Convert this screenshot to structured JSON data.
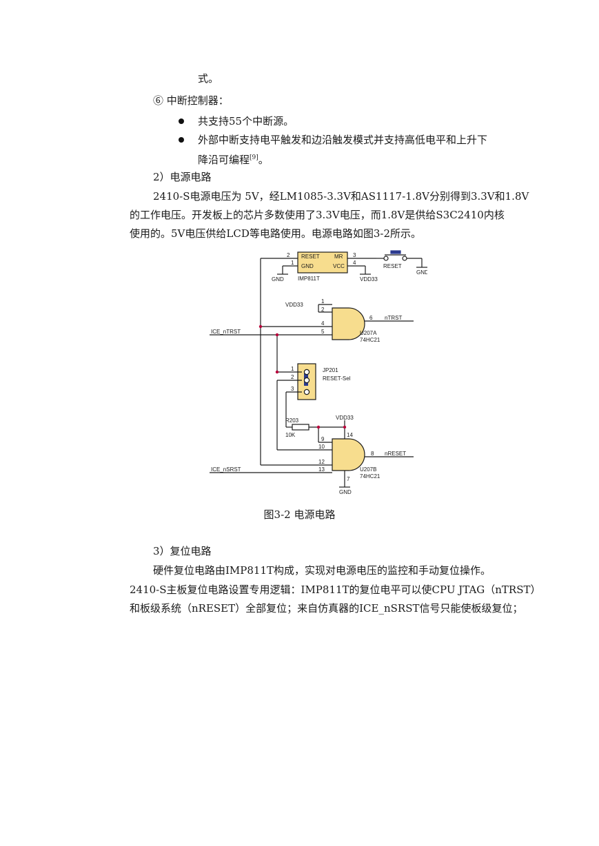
{
  "text": {
    "line_shi": "式。",
    "item6": "⑥ 中断控制器：",
    "bullet1": "共支持55个中断源。",
    "bullet2a": "外部中断支持电平触发和边沿触发模式并支持高低电平和上升下",
    "bullet2b": "降沿可编程",
    "bullet2b_ref": "[9]",
    "bullet2b_end": "。",
    "sec2": "2）电源电路",
    "p1a": "2410-S电源电压为 5V，经LM1085-3.3V和AS1117-1.8V分别得到3.3V和1.8V",
    "p1b": "的工作电压。开发板上的芯片多数使用了3.3V电压，而1.8V是供给S3C2410内核",
    "p1c": "使用的。5V电压供给LCD等电路使用。电源电路如图3-2所示。",
    "caption": "图3-2  电源电路",
    "sec3": "3）复位电路",
    "p2a": "硬件复位电路由IMP811T构成，实现对电源电压的监控和手动复位操作。",
    "p2b": "2410-S主板复位电路设置专用逻辑：IMP811T的复位电平可以使CPU JTAG（nTRST）",
    "p2c": "和板级系统（nRESET）全部复位；来自仿真器的ICE_nSRST信号只能使板级复位；"
  },
  "schematic": {
    "ic_reset": "RESET",
    "ic_mr": "MR",
    "ic_gnd": "GND",
    "ic_vcc": "VCC",
    "ic_name": "IMP811T",
    "pin2": "2",
    "pin1": "1",
    "pin3": "3",
    "pin4": "4",
    "gnd": "GND",
    "vdd33": "VDD33",
    "reset_sw": "RESET",
    "and_a_pins": [
      "1",
      "2",
      "4",
      "5",
      "6"
    ],
    "and_a_out": "nTRST",
    "and_a_name": "U207A",
    "and_a_part": "74HC21",
    "ice_ntrst": "ICE_nTRST",
    "jp_name": "JP201",
    "jp_desc": "RESET-Sel",
    "jp_pins": [
      "1",
      "2",
      "3"
    ],
    "r_name": "R203",
    "r_val": "10K",
    "and_b_pins": [
      "9",
      "10",
      "12",
      "13",
      "8",
      "14",
      "7"
    ],
    "and_b_out": "nRESET",
    "and_b_name": "U207B",
    "and_b_part": "74HC21",
    "ice_nsrst": "ICE_nSRST"
  }
}
